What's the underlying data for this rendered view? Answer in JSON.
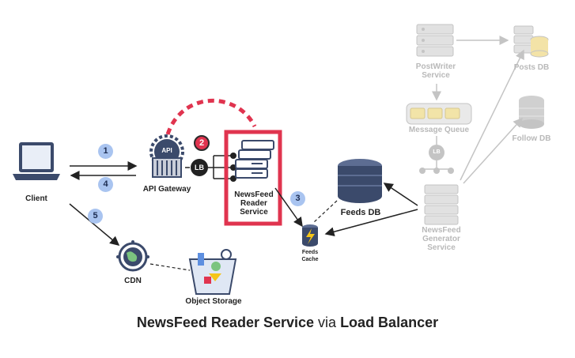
{
  "diagram": {
    "nodes": {
      "client": "Client",
      "api_gateway": "API Gateway",
      "reader_service": [
        "NewsFeed",
        "Reader",
        "Service"
      ],
      "feeds_db": "Feeds DB",
      "feeds_cache": [
        "Feeds",
        "Cache"
      ],
      "cdn": "CDN",
      "object_storage": "Object Storage",
      "postwriter_service": [
        "PostWriter",
        "Service"
      ],
      "message_queue": "Message Queue",
      "posts_db": "Posts DB",
      "follow_db": "Follow DB",
      "generator_service": [
        "NewsFeed",
        "Generator",
        "Service"
      ]
    },
    "lb_label": "LB",
    "api_label": "API",
    "steps": [
      "1",
      "2",
      "3",
      "4",
      "5"
    ]
  },
  "title": {
    "part1": "NewsFeed Reader Service",
    "part2": "via",
    "part3": "Load Balancer"
  },
  "colors": {
    "highlight": "#e0344f",
    "badge": "#a9c4f0",
    "faded": "#c4c4c4",
    "db_dark": "#3b4a6b",
    "db_mid": "#5d6d92"
  }
}
